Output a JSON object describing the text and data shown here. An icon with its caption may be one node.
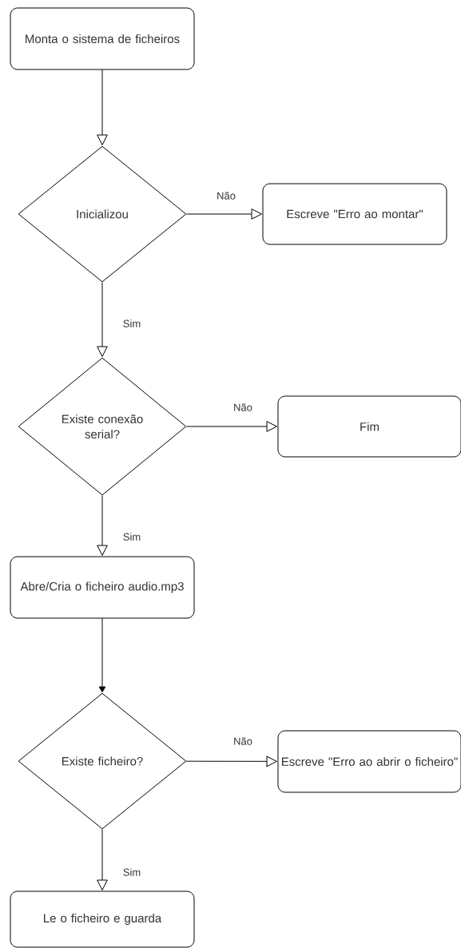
{
  "diagram": {
    "nodes": [
      {
        "text": [
          "Monta o sistema de ficheiros"
        ]
      },
      {
        "text": [
          "Inicializou"
        ]
      },
      {
        "text": [
          "Escreve \"Erro ao montar\""
        ]
      },
      {
        "text": [
          "Existe conexão serial?"
        ]
      },
      {
        "text": [
          "Fim"
        ]
      },
      {
        "text": [
          "Abre/Cria o ficheiro audio.mp3"
        ]
      },
      {
        "text": [
          "Existe ficheiro?"
        ]
      },
      {
        "text": [
          "Escreve \"Erro ao abrir o ficheiro\""
        ]
      },
      {
        "text": [
          "Le o ficheiro e guarda"
        ]
      }
    ],
    "edges": [
      {
        "from": 0,
        "to": 1,
        "arrow": "to"
      },
      {
        "from": 1,
        "to": 2,
        "arrow": "to",
        "label": "Não"
      },
      {
        "from": 1,
        "to": 3,
        "arrow": "to",
        "label": "Sim"
      },
      {
        "from": 3,
        "to": 4,
        "arrow": "to",
        "label": "Não"
      },
      {
        "from": 3,
        "to": 5,
        "arrow": "to",
        "label": "Sim"
      },
      {
        "from": 5,
        "to": 6,
        "arrow": "to"
      },
      {
        "from": 6,
        "to": 7,
        "arrow": "to",
        "label": "Não"
      },
      {
        "from": 6,
        "to": 8,
        "arrow": "to",
        "label": "Sim"
      }
    ]
  }
}
